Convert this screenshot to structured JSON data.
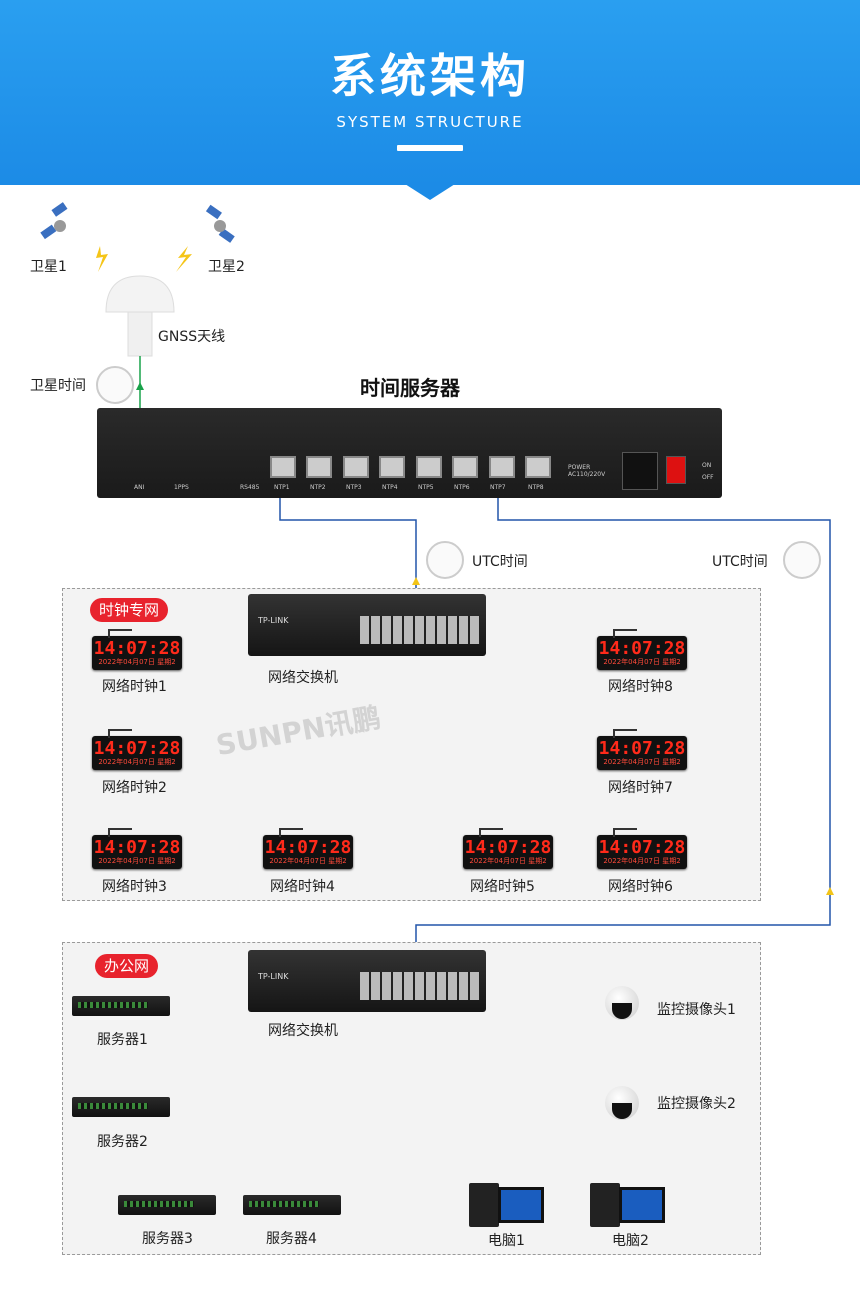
{
  "header": {
    "title": "系统架构",
    "subtitle": "SYSTEM STRUCTURE"
  },
  "satellites": {
    "sat1": "卫星1",
    "sat2": "卫星2",
    "antenna": "GNSS天线",
    "sat_time": "卫星时间"
  },
  "server": {
    "title": "时间服务器",
    "ports": [
      "ANI",
      "1PPS",
      "RS485",
      "NTP1",
      "NTP2",
      "NTP3",
      "NTP4",
      "NTP5",
      "NTP6",
      "NTP7",
      "NTP8"
    ],
    "power": "POWER AC110/220V",
    "on": "ON",
    "off": "OFF"
  },
  "utc": {
    "left": "UTC时间",
    "right": "UTC时间"
  },
  "clock_net": {
    "tag": "时钟专网",
    "switch_label": "网络交换机",
    "switch_brand": "TP-LINK",
    "clock_time": "14:07:28",
    "clock_date": "2022年04月07日 星期2",
    "clocks": [
      "网络时钟1",
      "网络时钟2",
      "网络时钟3",
      "网络时钟4",
      "网络时钟5",
      "网络时钟6",
      "网络时钟7",
      "网络时钟8"
    ]
  },
  "watermark": "SUNPN讯鹏",
  "office_net": {
    "tag": "办公网",
    "switch_label": "网络交换机",
    "switch_brand": "TP-LINK",
    "servers": [
      "服务器1",
      "服务器2",
      "服务器3",
      "服务器4"
    ],
    "pcs": [
      "电脑1",
      "电脑2"
    ],
    "cams": [
      "监控摄像头1",
      "监控摄像头2"
    ]
  },
  "colors": {
    "header": "#1c8be6",
    "tag": "#e8232d",
    "line": "#2255aa",
    "arrow": "#f2c418"
  }
}
